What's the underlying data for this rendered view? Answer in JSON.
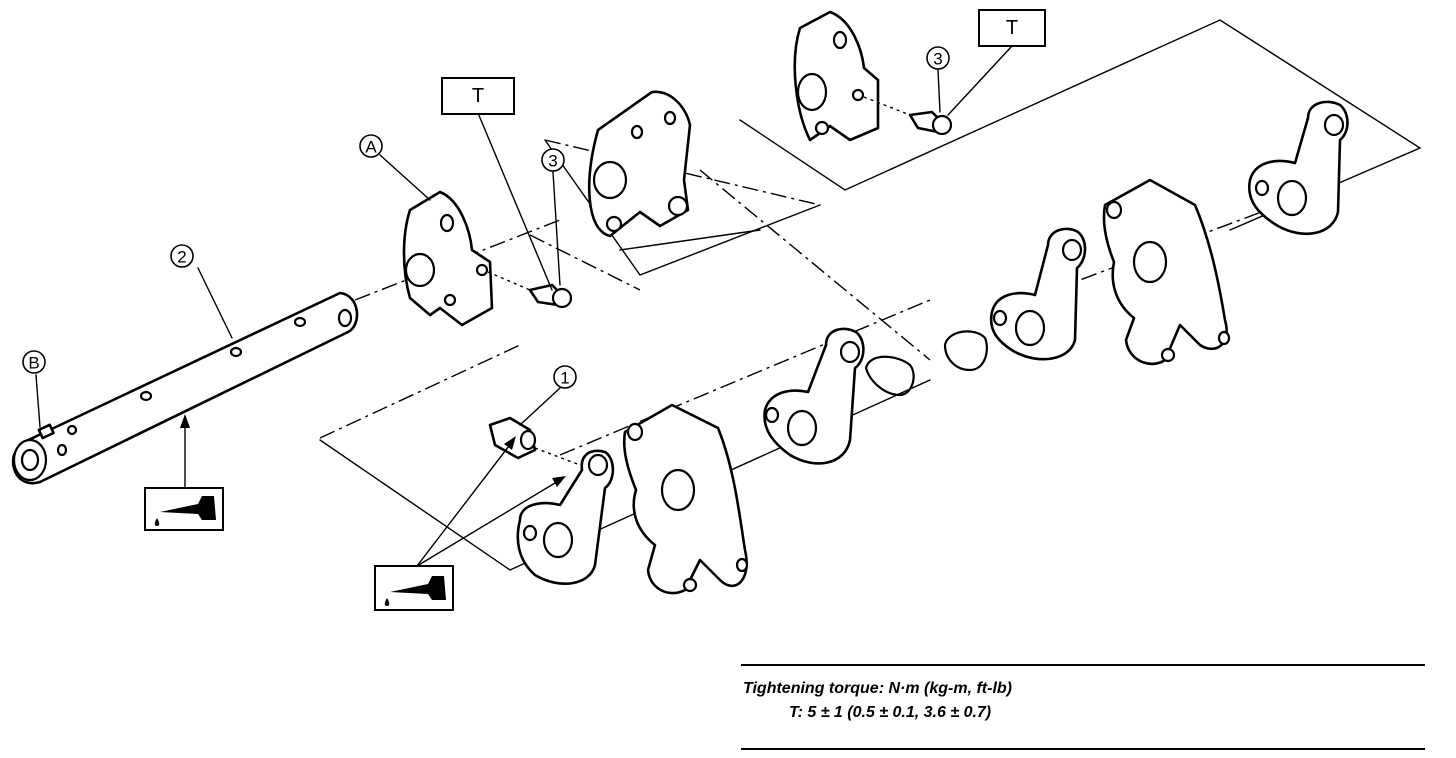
{
  "callouts": {
    "part_1": "1",
    "part_2": "2",
    "part_3_center": "3",
    "part_3_top": "3",
    "ref_A": "A",
    "ref_B": "B"
  },
  "torque_tags": {
    "center": "T",
    "top": "T"
  },
  "lubricant_symbol": "oil-can-icon",
  "torque_note": {
    "title": "Tightening torque: N·m (kg-m, ft-lb)",
    "value": "T: 5 ± 1 (0.5 ± 0.1, 3.6 ± 0.7)"
  }
}
